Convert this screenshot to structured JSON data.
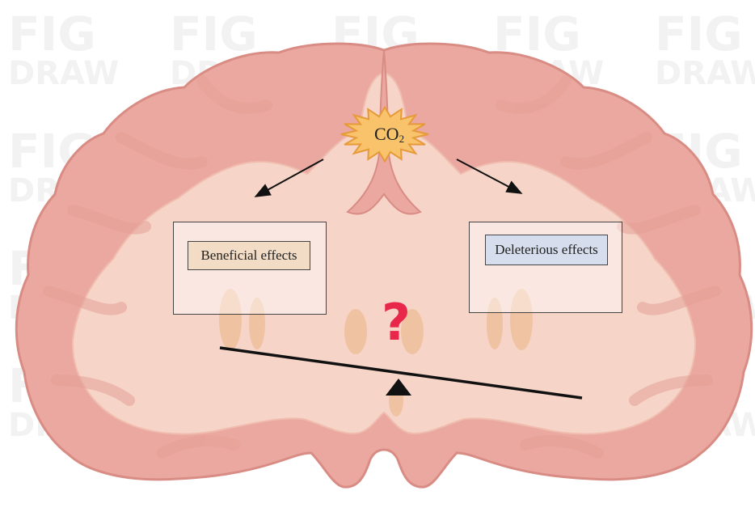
{
  "watermark": {
    "line1": "FIG",
    "line2": "DRAW"
  },
  "stimulus": {
    "main": "CO",
    "sub": "2"
  },
  "left_box": {
    "label": "Beneficial effects",
    "label_bg": "#f2dcc6"
  },
  "right_box": {
    "label": "Deleterious effects",
    "label_bg": "#d6dded"
  },
  "question": {
    "mark": "?",
    "color": "#e8274b"
  },
  "colors": {
    "cortex": "#eaa8a0",
    "cortex_edge": "#d98c84",
    "white_matter": "#f6d4c8",
    "burst_fill": "#f8c36a",
    "burst_edge": "#e69a3a"
  }
}
